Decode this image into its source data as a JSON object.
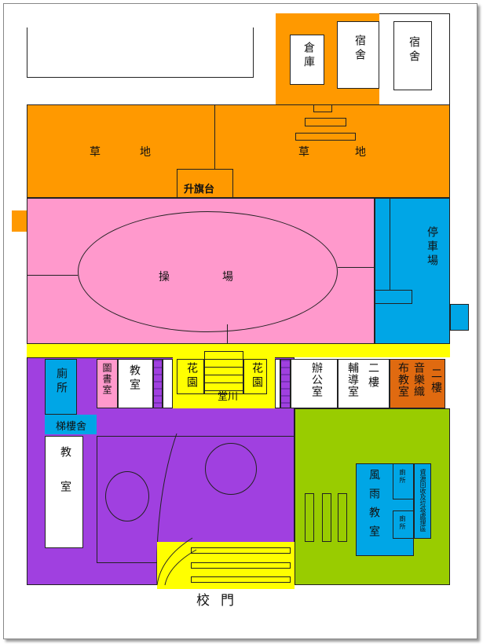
{
  "map": {
    "warehouse": "倉庫",
    "dorm1": "宿舍",
    "dorm2": "宿舍",
    "grass_left": [
      "草",
      "地"
    ],
    "grass_right": [
      "草",
      "地"
    ],
    "flag_platform": "升旗台",
    "playground": [
      "操",
      "場"
    ],
    "parking": "停車場",
    "restroom": "廁所",
    "stair_building": "梯樓舍",
    "library": "圖書室",
    "classroom1": "教室",
    "garden_left": "花園",
    "garden_right": "花園",
    "hall": "堂川",
    "office": "辦公室",
    "counseling": "輔導室",
    "second_floor1": "二樓",
    "weaving": "布教室",
    "music": "音樂織",
    "second_floor2": "二樓",
    "classroom2": "教室",
    "rain_classroom": "風雨教室",
    "restroom_small1": "廁所",
    "restroom_small2": "廁所",
    "recycling": "資源回收及垃圾處理區",
    "school_gate": "校門"
  },
  "colors": {
    "orange": "#ff9900",
    "pink": "#ff99cc",
    "blue": "#00a6e6",
    "yellow": "#ffff00",
    "purple": "#a040e0",
    "green": "#99cc00"
  }
}
